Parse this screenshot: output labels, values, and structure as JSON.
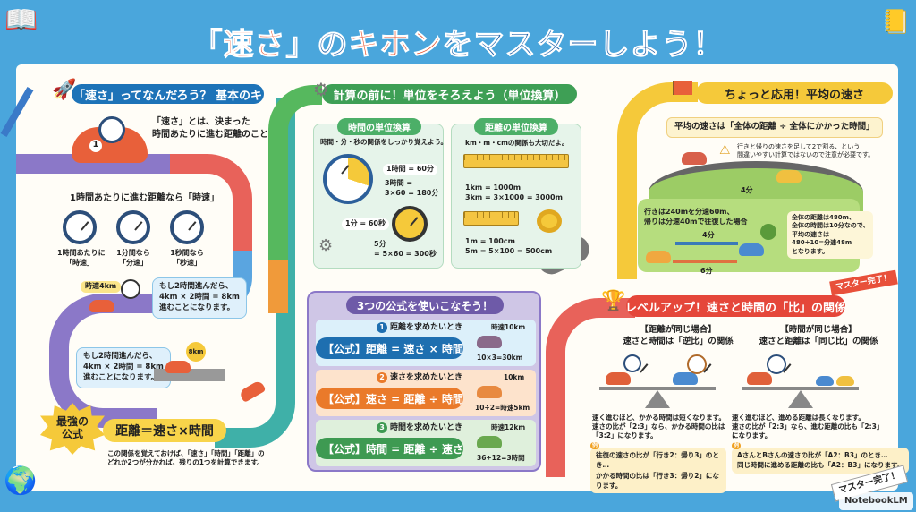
{
  "title": {
    "pre": "「",
    "hl1": "速さ",
    "mid": "」の",
    "hl2": "キホン",
    "post": "をマスターしよう！"
  },
  "s1": {
    "header": "「速さ」ってなんだろう？ 基本のキ",
    "definition": [
      "「速さ」とは、決まった",
      "時間あたりに進む距離のこと"
    ],
    "jisoku_caption": "1時間あたりに進む距離なら「時速」",
    "car_number": "1",
    "clocks": [
      {
        "l1": "1時間あたりに",
        "l2": "「時速」"
      },
      {
        "l1": "1分間なら",
        "l2": "「分速」"
      },
      {
        "l1": "1秒間なら",
        "l2": "「秒速」"
      }
    ],
    "tag": "時速4km",
    "bubble1": [
      "もし2時間進んだら、",
      "4km × 2時間 = 8km",
      "進むことになります。"
    ],
    "bubble2": [
      "もし2時間進んだら、",
      "4km × 2時間 = 8km",
      "進むことになります。"
    ],
    "sign": "8km",
    "badge": [
      "最強の",
      "公式"
    ],
    "formula": "距離＝速さ×時間",
    "note": [
      "この関係を覚えておけば、「速さ」「時間」「距離」の",
      "どれか2つが分かれば、残りの1つを計算できます。"
    ]
  },
  "s2": {
    "header": "計算の前に！単位をそろえよう（単位換算）",
    "time": {
      "header": "時間の単位換算",
      "intro": "時間・分・秒の関係をしっかり覚えよう。",
      "eq1": "1時間 = 60分",
      "eq2": [
        "3時間 =",
        "3×60 = 180分"
      ],
      "eq3": "1分 = 60秒",
      "eq4": [
        "5分",
        "= 5×60 = 300秒"
      ]
    },
    "dist": {
      "header": "距離の単位換算",
      "intro": "km・m・cmの関係も大切だよ。",
      "eq1": [
        "1km = 1000m",
        "3km = 3×1000 = 3000m"
      ],
      "eq2": [
        "1m = 100cm",
        "5m = 5×100 = 500cm"
      ]
    }
  },
  "s3": {
    "header": "3つの公式を使いこなそう！",
    "rows": [
      {
        "n": "1",
        "title": "距離を求めたいとき",
        "formula": "【公式】距離 = 速さ × 時間",
        "top": "時速10km",
        "bottom": "10×3=30km",
        "color": "#1e6fb0",
        "bg": "#dcefF8",
        "car": "#8a6a8a"
      },
      {
        "n": "2",
        "title": "速さを求めたいとき",
        "formula": "【公式】速さ = 距離 ÷ 時間",
        "top": "10km",
        "bottom": "10÷2=時速5km",
        "color": "#ea7a2a",
        "bg": "#fde3cc",
        "car": "#e88a40"
      },
      {
        "n": "3",
        "title": "時間を求めたいとき",
        "formula": "【公式】時間 = 距離 ÷ 速さ",
        "top": "時速12km",
        "bottom": "36÷12=3時間",
        "color": "#3e9a52",
        "bg": "#dff0dc",
        "car": "#6aa84f"
      }
    ]
  },
  "s4": {
    "header": "ちょっと応用！平均の速さ",
    "formula": "平均の速さは「全体の距離 ÷ 全体にかかった時間」",
    "warning": [
      "行きと帰りの速さを足して2で割る、という",
      "間違いやすい計算ではないので注意が必要です。"
    ],
    "hill_label": "4分",
    "case": [
      "行きは240mを分速60m、",
      "帰りは分速40mで往復した場合"
    ],
    "go": "4分",
    "back": "6分",
    "answer": [
      "全体の距離は480m、",
      "全体の時間は10分なので、",
      "平均の速さは",
      "480÷10=分速48m",
      "となります。"
    ],
    "flag": "マスター完了！"
  },
  "s5": {
    "header": "レベルアップ！速さと時間の「比」の関係",
    "left": {
      "h1": "【距離が同じ場合】",
      "h2": "速さと時間は「逆比」の関係",
      "body": [
        "速く進むほど、かかる時間は短くなります。",
        "速さの比が「2:3」なら、かかる時間の比は",
        "「3:2」になります。"
      ],
      "ex_label": "例",
      "ex": [
        "往復の速さの比が「行き2：帰り3」のとき…",
        "かかる時間の比は「行き3：帰り2」になります。"
      ]
    },
    "right": {
      "h1": "【時間が同じ場合】",
      "h2": "速さと距離は「同じ比」の関係",
      "body": [
        "速く進むほど、進める距離は長くなります。",
        "速さの比が「2:3」なら、進む距離の比も「2:3」",
        "になります。"
      ],
      "ex_label": "例",
      "ex": [
        "AさんとBさんの速さの比が「A2：B3」のとき…",
        "同じ時間に進める距離の比も「A2：B3」になります。"
      ]
    }
  },
  "footer": {
    "banner": "マスター完了！",
    "brand": "NotebookLM"
  }
}
